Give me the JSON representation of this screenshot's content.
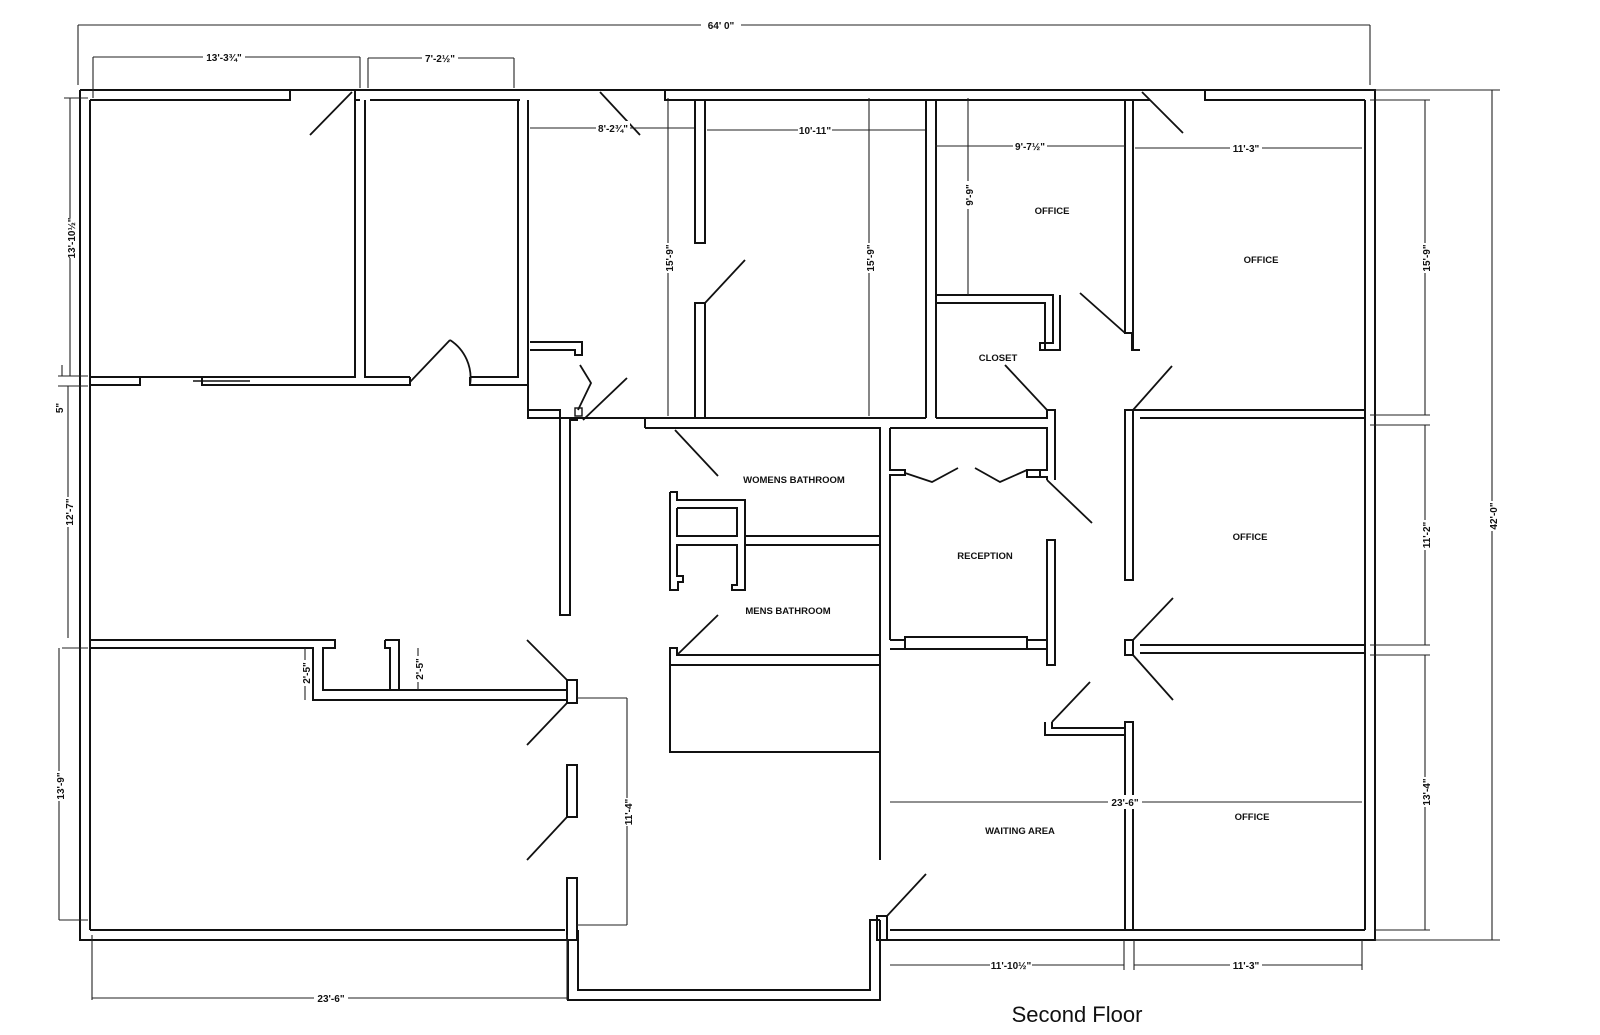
{
  "drawing": {
    "title": "Second Floor",
    "line_color": "#111111",
    "background": "#ffffff"
  },
  "rooms": {
    "office_top_left": "OFFICE",
    "office_top_right": "OFFICE",
    "closet": "CLOSET",
    "womens_bathroom": "WOMENS BATHROOM",
    "mens_bathroom": "MENS BATHROOM",
    "reception": "RECEPTION",
    "office_mid_right": "OFFICE",
    "waiting_area": "WAITING AREA",
    "office_bottom_right": "OFFICE"
  },
  "dimensions": {
    "overall_width": "64' 0\"",
    "overall_height": "42'-0\"",
    "top_room1_width": "13'-3¾\"",
    "top_room2_width": "7'-2½\"",
    "room3_width": "8'-2¾\"",
    "room4_width": "10'-11\"",
    "office1_width": "9'-7½\"",
    "office1_height": "9'-9\"",
    "office2_width": "11'-3\"",
    "room3_height": "15'-9\"",
    "room4_height": "15'-9\"",
    "left_upper_height": "13'-10½\"",
    "left_gap": "5\"",
    "left_mid_height": "12'-7\"",
    "left_lower_height": "13'-9\"",
    "closet_depth_1": "2'-5\"",
    "closet_depth_2": "2'-5\"",
    "corridor_height": "11'-4\"",
    "bottom_left_width": "23'-6\"",
    "waiting_width": "23'-6\"",
    "bottom_mid_width": "11'-10½\"",
    "bottom_right_width": "11'-3\"",
    "right_upper_height": "15'-9\"",
    "right_mid_height": "11'-2\"",
    "right_lower_height": "13'-4\""
  }
}
